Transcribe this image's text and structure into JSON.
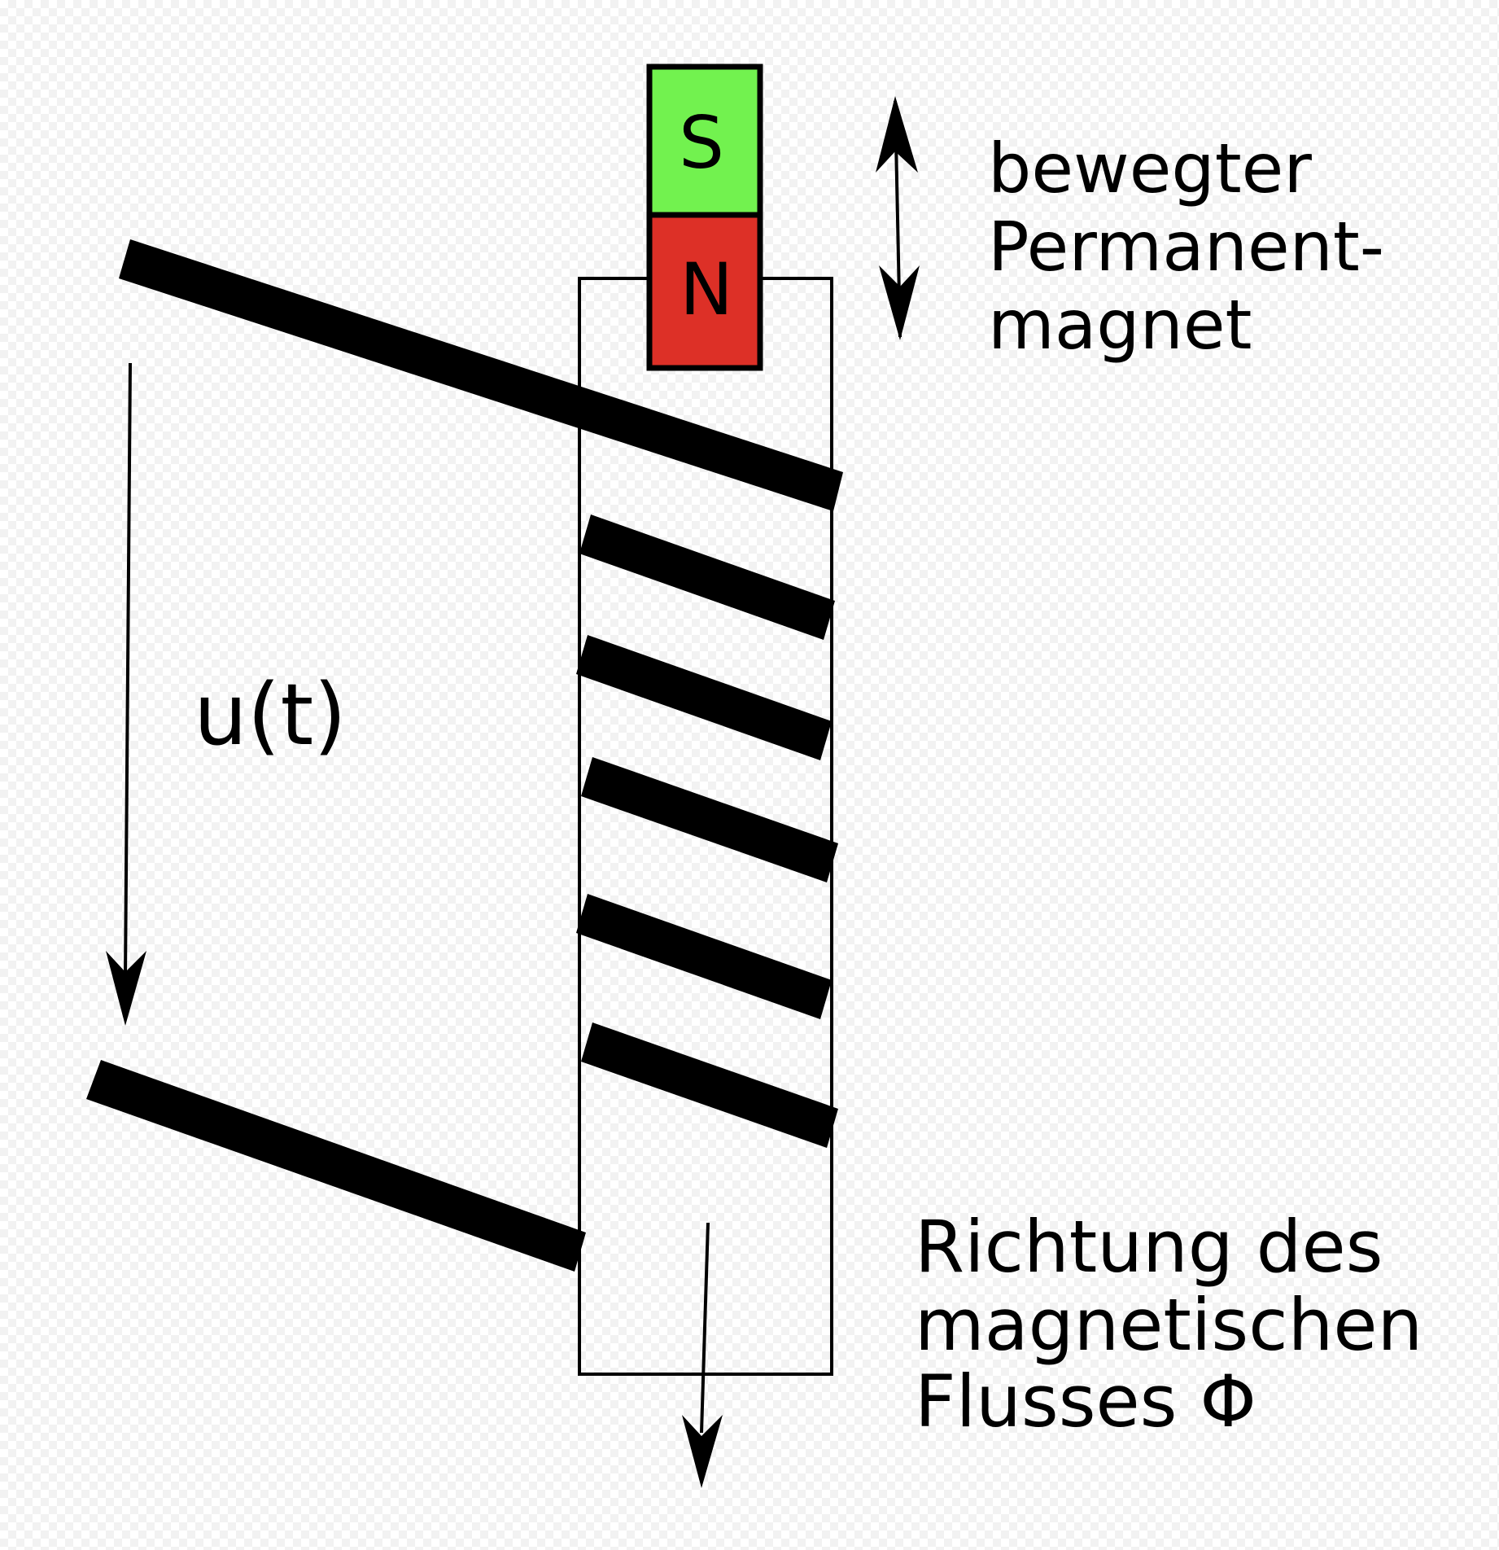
{
  "magnet": {
    "south_label": "S",
    "north_label": "N",
    "south_color": "#72f24f",
    "north_color": "#dd3027",
    "caption_lines": [
      "bewegter",
      "Permanent-",
      "magnet"
    ]
  },
  "voltage_label": "u(t)",
  "flux": {
    "caption_lines": [
      "Richtung des",
      "magnetischen",
      "Flusses Φ"
    ]
  },
  "colors": {
    "ink": "#000000",
    "background": "#ffffff"
  }
}
